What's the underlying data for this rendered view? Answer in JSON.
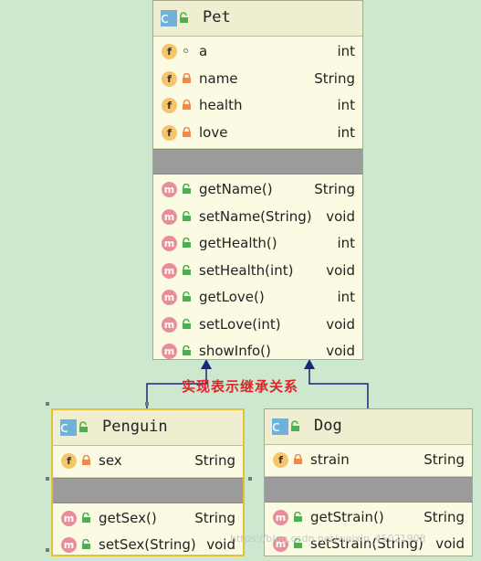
{
  "label": "实现表示继承关系",
  "watermark": "https://blog.csdn.net/weixin_45021908",
  "pet": {
    "name": "Pet",
    "fields": [
      {
        "name": "a",
        "type": "int",
        "vis": "package"
      },
      {
        "name": "name",
        "type": "String",
        "vis": "private"
      },
      {
        "name": "health",
        "type": "int",
        "vis": "private"
      },
      {
        "name": "love",
        "type": "int",
        "vis": "private"
      }
    ],
    "methods": [
      {
        "name": "getName()",
        "type": "String"
      },
      {
        "name": "setName(String)",
        "type": "void"
      },
      {
        "name": "getHealth()",
        "type": "int"
      },
      {
        "name": "setHealth(int)",
        "type": "void"
      },
      {
        "name": "getLove()",
        "type": "int"
      },
      {
        "name": "setLove(int)",
        "type": "void"
      },
      {
        "name": "showInfo()",
        "type": "void"
      }
    ]
  },
  "penguin": {
    "name": "Penguin",
    "fields": [
      {
        "name": "sex",
        "type": "String"
      }
    ],
    "methods": [
      {
        "name": "getSex()",
        "type": "String"
      },
      {
        "name": "setSex(String)",
        "type": "void"
      }
    ]
  },
  "dog": {
    "name": "Dog",
    "fields": [
      {
        "name": "strain",
        "type": "String"
      }
    ],
    "methods": [
      {
        "name": "getStrain()",
        "type": "String"
      },
      {
        "name": "setStrain(String)",
        "type": "void"
      }
    ]
  },
  "colors": {
    "arrow": "#1a237e",
    "label": "#e0232a",
    "field_badge": "#f6c46b",
    "method_badge": "#e98e98",
    "class_badge": "#6fb1d9"
  },
  "icons": {
    "class": "class-c-icon",
    "field": "field-f-icon",
    "method": "method-m-icon",
    "public": "green-open-lock-icon",
    "private": "orange-lock-icon",
    "package": "circle-icon"
  }
}
